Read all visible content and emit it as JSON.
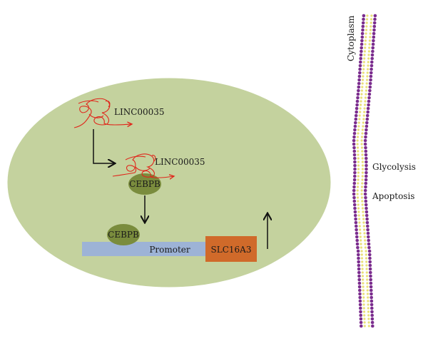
{
  "labels": {
    "linc_top": "LINC00035",
    "linc_bound": "LINC00035",
    "cebpb_bound": "CEBPB",
    "cebpb_promoter": "CEBPB",
    "promoter": "Promoter",
    "gene": "SLC16A3",
    "cytoplasm": "Cytoplasm",
    "glycolysis": "Glycolysis",
    "apoptosis": "Apoptosis"
  },
  "colors": {
    "cell": "#c4d29e",
    "cebpb": "#7a8c3d",
    "promoter": "#9db3d6",
    "gene": "#d06a2a",
    "rna": "#e0261b",
    "membrane_outer": "#7b2d8e",
    "membrane_inner": "#e9e079",
    "arrow": "#111111"
  },
  "icons": {
    "up_arrow": "up-arrow-icon",
    "down_arrow": "down-arrow-icon",
    "elbow_arrow": "elbow-arrow-icon"
  }
}
